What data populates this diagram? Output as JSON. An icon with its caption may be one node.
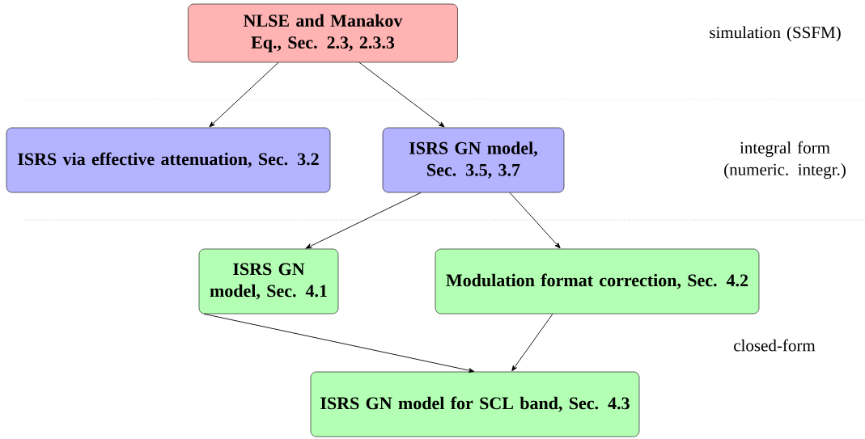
{
  "diagram": {
    "nodes": [
      {
        "text": [
          "NLSE and Manakov Eq., Sec. 2.3, 2.3.3"
        ]
      },
      {
        "text": [
          "ISRS via effective attenuation, Sec. 3.2"
        ]
      },
      {
        "text": [
          "ISRS GN model, Sec. 3.5, 3.7"
        ]
      },
      {
        "text": [
          "ISRS GN model, Sec. 4.1"
        ]
      },
      {
        "text": [
          "Modulation format correction, Sec. 4.2"
        ]
      },
      {
        "text": [
          "ISRS GN model for SCL band, Sec. 4.3"
        ]
      }
    ],
    "edges": [
      {
        "from": 0,
        "to": 1,
        "arrow": "to"
      },
      {
        "from": 0,
        "to": 2,
        "arrow": "to"
      },
      {
        "from": 2,
        "to": 3,
        "arrow": "to"
      },
      {
        "from": 2,
        "to": 4,
        "arrow": "to"
      },
      {
        "from": 3,
        "to": 5,
        "arrow": "to"
      },
      {
        "from": 4,
        "to": 5,
        "arrow": "to"
      }
    ],
    "labels": [
      "simulation (SSFM)",
      "integral form (numeric. integr.)",
      "closed-form"
    ]
  }
}
